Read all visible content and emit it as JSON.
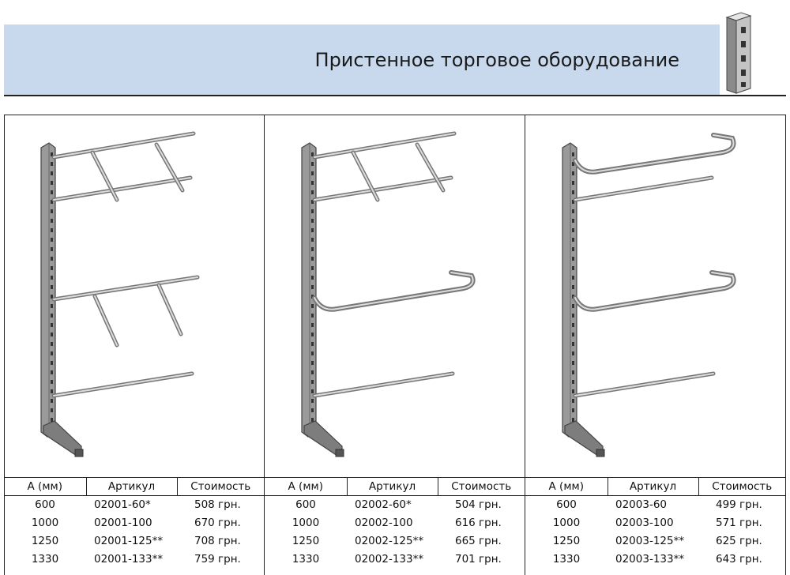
{
  "header": {
    "title": "Пристенное торговое оборудование",
    "band_color": "#c8d9ee"
  },
  "icons": {
    "logo": "upright-rack-icon",
    "illustration": "wall-rack-illustration"
  },
  "table_headers": [
    "А (мм)",
    "Артикул",
    "Стоимость"
  ],
  "panels": [
    {
      "rows": [
        [
          "600",
          "02001-60*",
          "508 грн."
        ],
        [
          "1000",
          "02001-100",
          "670 грн."
        ],
        [
          "1250",
          "02001-125**",
          "708 грн."
        ],
        [
          "1330",
          "02001-133**",
          "759 грн."
        ]
      ]
    },
    {
      "rows": [
        [
          "600",
          "02002-60*",
          "504 грн."
        ],
        [
          "1000",
          "02002-100",
          "616 грн."
        ],
        [
          "1250",
          "02002-125**",
          "665 грн."
        ],
        [
          "1330",
          "02002-133**",
          "701 грн."
        ]
      ]
    },
    {
      "rows": [
        [
          "600",
          "02003-60",
          "499 грн."
        ],
        [
          "1000",
          "02003-100",
          "571 грн."
        ],
        [
          "1250",
          "02003-125**",
          "625 грн."
        ],
        [
          "1330",
          "02003-133**",
          "643 грн."
        ]
      ]
    }
  ]
}
